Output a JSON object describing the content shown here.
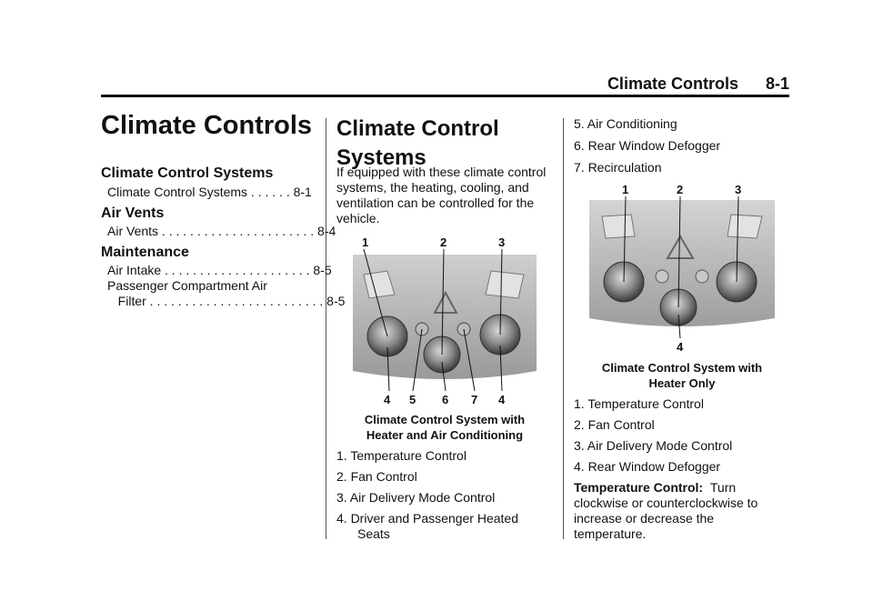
{
  "header": {
    "section": "Climate Controls",
    "page": "8-1"
  },
  "left": {
    "title": "Climate Controls",
    "sections": [
      {
        "heading": "Climate Control Systems",
        "entries": [
          "Climate Control Systems . . . . . . 8-1"
        ]
      },
      {
        "heading": "Air Vents",
        "entries": [
          "Air Vents . . . . . . . . . . . . . . . . . . . . . . 8-4"
        ]
      },
      {
        "heading": "Maintenance",
        "entries": [
          "Air Intake . . . . . . . . . . . . . . . . . . . . . 8-5",
          "Passenger Compartment Air",
          "   Filter . . . . . . . . . . . . . . . . . . . . . . . . . 8-5"
        ]
      }
    ]
  },
  "middle": {
    "title_line1": "Climate Control",
    "title_line2": "Systems",
    "intro": "If equipped with these climate control systems, the heating, cooling, and ventilation can be controlled for the vehicle.",
    "figure1": {
      "callouts_top": [
        "1",
        "2",
        "3"
      ],
      "callouts_bottom": [
        "4",
        "5",
        "6",
        "7",
        "4"
      ],
      "caption_line1": "Climate Control System with",
      "caption_line2": "Heater and Air Conditioning"
    },
    "list": [
      "1.  Temperature Control",
      "2.  Fan Control",
      "3.  Air Delivery Mode Control",
      "4.  Driver and Passenger Heated",
      "Seats"
    ]
  },
  "right": {
    "list_top": [
      "5.  Air Conditioning",
      "6.  Rear Window Defogger",
      "7.  Recirculation"
    ],
    "figure2": {
      "callouts_top": [
        "1",
        "2",
        "3"
      ],
      "callout_bottom": "4",
      "caption_line1": "Climate Control System with",
      "caption_line2": "Heater Only"
    },
    "list_bottom": [
      "1.  Temperature Control",
      "2.  Fan Control",
      "3.  Air Delivery Mode Control",
      "4.  Rear Window Defogger"
    ],
    "temp_label": "Temperature Control:",
    "temp_text_1": "Turn",
    "temp_text_2": "clockwise or counterclockwise to",
    "temp_text_3": "increase or decrease the",
    "temp_text_4": "temperature."
  }
}
